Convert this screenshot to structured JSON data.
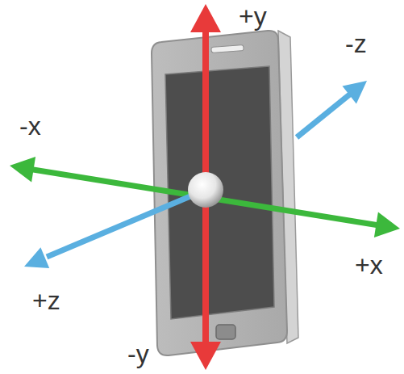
{
  "diagram": {
    "labels": [
      "+y",
      "-z",
      "-x",
      "+x",
      "+z",
      "-y"
    ]
  }
}
